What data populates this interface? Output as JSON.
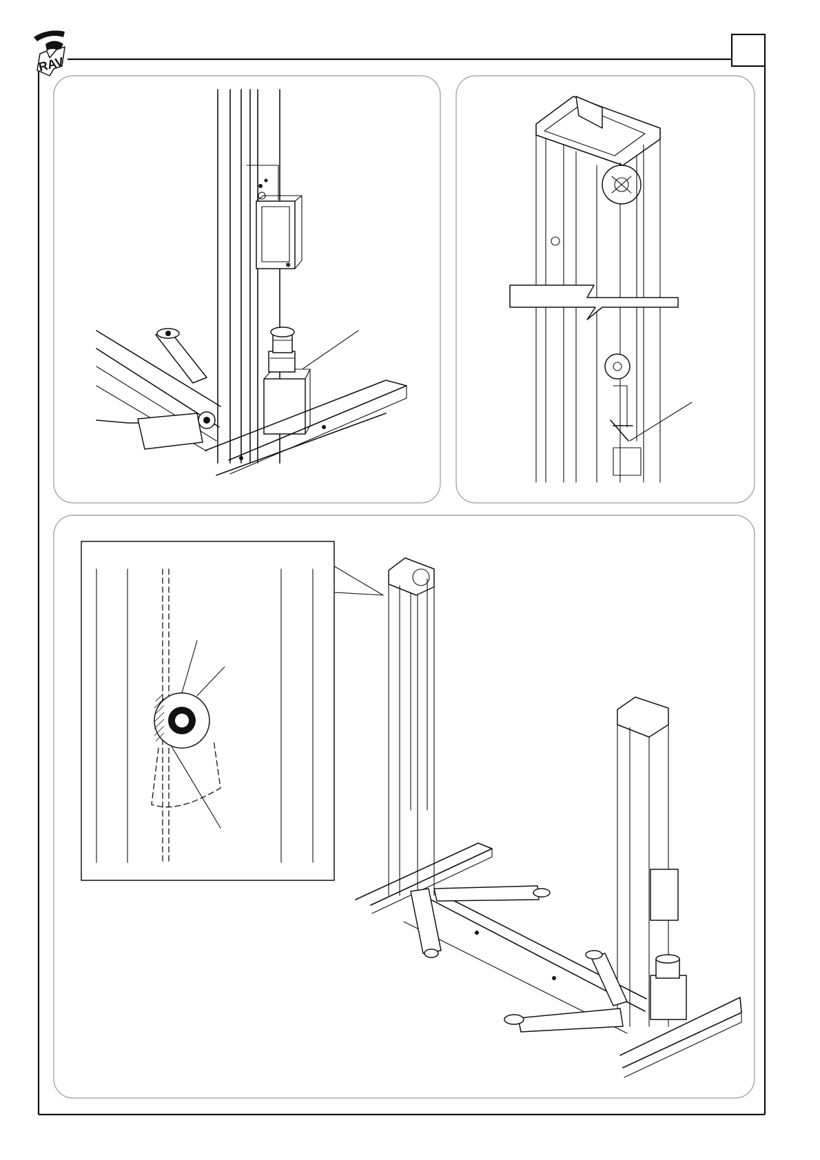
{
  "header": {
    "logo": {
      "icon": "rav-logo-icon",
      "text": "RAV"
    },
    "page_box": {
      "label": ""
    }
  },
  "panels": [
    {
      "name": "top-left-figure",
      "subject": "lift-column-with-control-box-and-hydraulic-unit-icon"
    },
    {
      "name": "top-right-figure",
      "subject": "column-top-with-pulley-and-cable-adjustment-icon"
    },
    {
      "name": "bottom-figure",
      "subject": "two-post-lift-assembly-icon",
      "detail_view": "cable-detail-inset-icon"
    }
  ],
  "colors": {
    "ink": "#111111",
    "panel_border": "#999999",
    "paper": "#ffffff"
  }
}
